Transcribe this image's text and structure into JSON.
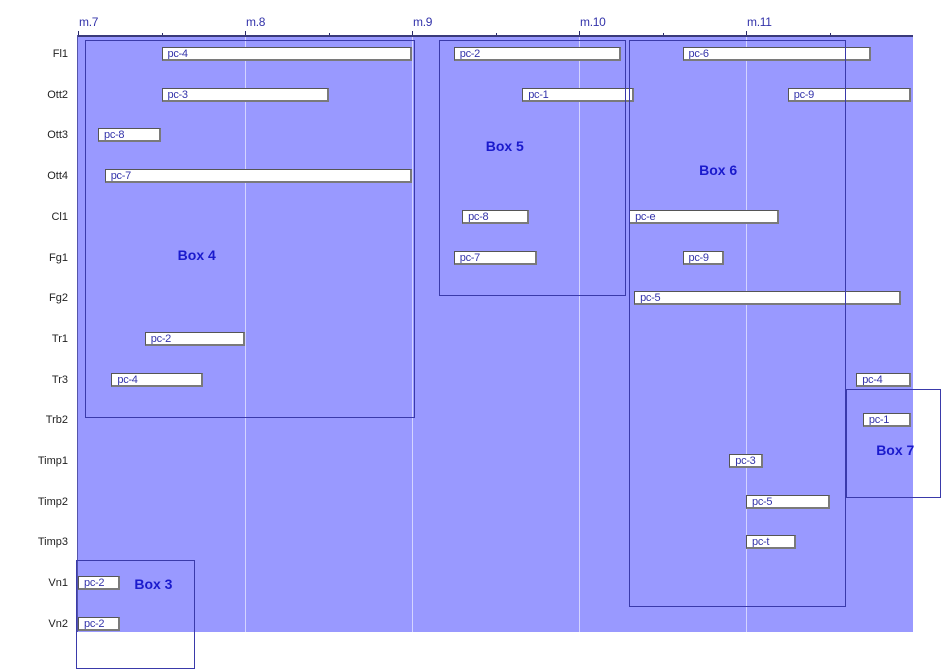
{
  "measures": [
    "m.7",
    "m.8",
    "m.9",
    "m.10",
    "m.11"
  ],
  "instruments": [
    "Fl1",
    "Ott2",
    "Ott3",
    "Ott4",
    "Cl1",
    "Fg1",
    "Fg2",
    "Tr1",
    "Tr3",
    "Trb2",
    "Timp1",
    "Timp2",
    "Timp3",
    "Vn1",
    "Vn2"
  ],
  "segments": [
    {
      "row": 0,
      "start": 7.5,
      "end": 9.0,
      "label": "pc-4"
    },
    {
      "row": 0,
      "start": 9.25,
      "end": 10.25,
      "label": "pc-2"
    },
    {
      "row": 0,
      "start": 10.62,
      "end": 11.75,
      "label": "pc-6"
    },
    {
      "row": 1,
      "start": 7.5,
      "end": 8.5,
      "label": "pc-3"
    },
    {
      "row": 1,
      "start": 9.66,
      "end": 10.33,
      "label": "pc-1"
    },
    {
      "row": 1,
      "start": 11.25,
      "end": 11.99,
      "label": "pc-9"
    },
    {
      "row": 2,
      "start": 7.12,
      "end": 7.5,
      "label": "pc-8"
    },
    {
      "row": 3,
      "start": 7.16,
      "end": 9.0,
      "label": "pc-7"
    },
    {
      "row": 4,
      "start": 9.3,
      "end": 9.7,
      "label": "pc-8"
    },
    {
      "row": 4,
      "start": 10.3,
      "end": 11.2,
      "label": "pc-e"
    },
    {
      "row": 5,
      "start": 9.25,
      "end": 9.75,
      "label": "pc-7"
    },
    {
      "row": 5,
      "start": 10.62,
      "end": 10.87,
      "label": "pc-9"
    },
    {
      "row": 6,
      "start": 10.33,
      "end": 11.93,
      "label": "pc-5"
    },
    {
      "row": 7,
      "start": 7.4,
      "end": 8.0,
      "label": "pc-2"
    },
    {
      "row": 8,
      "start": 7.2,
      "end": 7.75,
      "label": "pc-4"
    },
    {
      "row": 8,
      "start": 11.66,
      "end": 11.99,
      "label": "pc-4"
    },
    {
      "row": 9,
      "start": 11.7,
      "end": 11.99,
      "label": "pc-1"
    },
    {
      "row": 10,
      "start": 10.9,
      "end": 11.1,
      "label": "pc-3"
    },
    {
      "row": 11,
      "start": 11.0,
      "end": 11.5,
      "label": "pc-5"
    },
    {
      "row": 12,
      "start": 11.0,
      "end": 11.3,
      "label": "pc-t"
    },
    {
      "row": 13,
      "start": 7.0,
      "end": 7.25,
      "label": "pc-2"
    },
    {
      "row": 14,
      "start": 7.0,
      "end": 7.25,
      "label": "pc-2"
    }
  ],
  "boxes": [
    {
      "label": "Box 3",
      "start": 6.99,
      "end": 7.7,
      "top_row": 12.5,
      "bottom_row": 15.0
    },
    {
      "label": "Box 4",
      "start": 7.04,
      "end": 9.02,
      "top_row": 0,
      "bottom_row": 8.85
    },
    {
      "label": "Box 5",
      "start": 9.16,
      "end": 10.28,
      "top_row": 0,
      "bottom_row": 5.85
    },
    {
      "label": "Box 6",
      "start": 10.3,
      "end": 11.6,
      "top_row": 0,
      "bottom_row": 13.5
    },
    {
      "label": "Box 7",
      "start": 11.6,
      "end": 12.2,
      "top_row": 8.3,
      "bottom_row": 10.8
    }
  ]
}
